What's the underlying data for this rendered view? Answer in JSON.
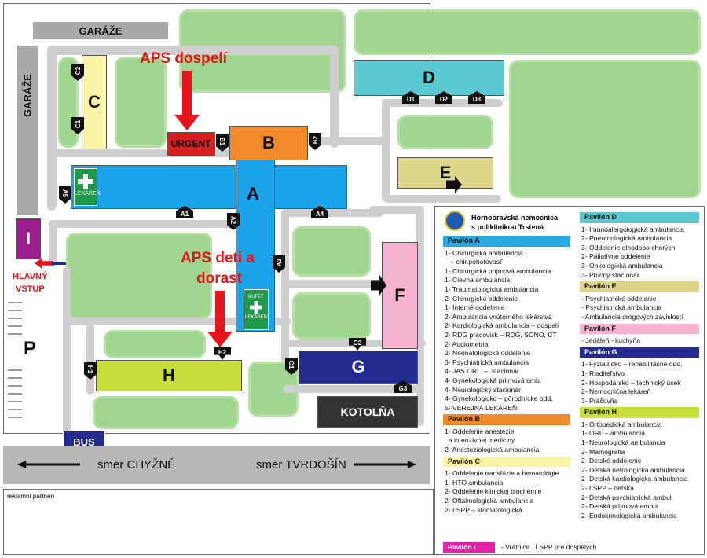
{
  "garage_top": "GARÁŽE",
  "garage_left": "GARÁŽE",
  "buildings": {
    "A": "A",
    "B": "B",
    "C": "C",
    "D": "D",
    "E": "E",
    "F": "F",
    "G": "G",
    "H": "H",
    "I": "I",
    "P": "P",
    "urgent": "URGENT",
    "kotolna": "KOTOLŇA",
    "bus": "BUS"
  },
  "gates": {
    "C1": "C1",
    "C2": "C2",
    "B1": "B1",
    "B2": "B2",
    "D1": "D1",
    "D2": "D2",
    "D3": "D3",
    "A1": "A1",
    "A2": "A2",
    "A3": "A3",
    "A4": "A4",
    "A5": "A5",
    "G1": "G1",
    "G2": "G2",
    "G3": "G3",
    "H1": "H1",
    "H2": "H2"
  },
  "pharmacy_label": "LEKÁREŇ",
  "bufet_label": "BUFET",
  "aps_adults": "APS dospelí",
  "aps_children_1": "APS deti a",
  "aps_children_2": "dorast",
  "main_entrance_1": "HLAVNÝ",
  "main_entrance_2": "VSTUP",
  "direction_left": "smer CHYŽNÉ",
  "direction_right": "smer TVRDOŠÍN",
  "partners": "reklamní partneri",
  "hospital_name_1": "Hornooravská nemocnica",
  "hospital_name_2": "s poliklinikou Trstená",
  "colors": {
    "A": "#1aa3e8",
    "B": "#f08a2a",
    "C": "#fbf4a4",
    "D": "#5cc8d2",
    "E": "#dcd58a",
    "F": "#f5b3cf",
    "G": "#232c8e",
    "H": "#c7dd3c",
    "I": "#9a1f8c",
    "urgent": "#d81e1e",
    "kotolna": "#333333",
    "bus": "#232c8e",
    "pharmacy": "#1e9a4a",
    "arrow": "#e8141b"
  },
  "legend_left": [
    {
      "head": "Pavilón A",
      "color": "#29a9e1",
      "items": [
        "1- Chirurgická ambulancia",
        "   + chir.pohotovosť",
        "1- Chirurgická príjmová ambulancia",
        "1- Cievna ambulancia",
        "1- Traumatologická ambulancia",
        "2- Chirurgické oddelenie",
        "1- Interné oddelenie",
        "2- Ambulancia vnútorného lekárstva",
        "2- Kardiologická ambulancia – dospelí",
        "2- RDG pracovisk – RDG, SONO, CT",
        "2- Audiometria",
        "2- Neonatologické oddelenie",
        "3- Psychiatrická ambulancia",
        "4- JAS ORL  –  stacionár",
        "4- Gynekologická príjmová amb.",
        "4- Neurologický stacionár",
        "4- Gynekologicko – pôrodnícke odd.",
        "5- VEREJNÁ LEKÁREŇ"
      ]
    },
    {
      "head": "Pavilón B",
      "color": "#f08a2a",
      "items": [
        "1- Oddelenie anestézie",
        "  a intenzívnej mediciny",
        "2- Anesteziologická ambulancia"
      ]
    },
    {
      "head": "Pavilón C",
      "color": "#fbf4a4",
      "items": [
        "1- Oddelenie transfúzie a hematológie",
        "1- HTO ambulancia",
        "2- Oddelenie klinickej biochémie",
        "2- Oftalmologická ambulancia",
        "2- LSPP – stomatologická"
      ]
    }
  ],
  "legend_pavilon_i": {
    "head": "Pavilón I",
    "text": "- Vrátnica ,  LSPP pre dospelých"
  },
  "legend_right": [
    {
      "head": "Pavilón D",
      "color": "#5cc8d2",
      "items": [
        "1- Imunoalergologická ambulancia",
        "2- Pneumologická ambulancia",
        "3- Oddelenie dlhodobo chorých",
        "2- Paliatívne oddelenie",
        "3- Onkologická ambulancia",
        "3- Pľúcny stacionár"
      ]
    },
    {
      "head": "Pavilón E",
      "color": "#dcd58a",
      "items": [
        "- Psychiatrické oddelenie",
        "- Psychiatrická ambulancia",
        "- Ambulancia drogových závislostí"
      ]
    },
    {
      "head": "Pavilón F",
      "color": "#f5b3cf",
      "items": [
        "- Jedáleň - kuchyňa"
      ]
    },
    {
      "head": "Pavilón G",
      "color": "#232c8e",
      "items": [
        "1- Fyziatricko – rehabilitačné odd.",
        "1- Riaditeľstvo",
        "2- Hospodársko – technický úsek",
        "2- Nemocničná lekáreň",
        "3- Práčovňa"
      ]
    },
    {
      "head": "Pavilón H",
      "color": "#c7dd3c",
      "items": [
        "1- Ortopedická ambulancia",
        "1- ORL – ambulancia",
        "1- Neurologická ambulancia",
        "2- Mamografia",
        "2- Detské oddelenie",
        "2- Detská nefrologická ambulancia",
        "2- Detská kardiologická ambulancia",
        "2- LSPP – detská",
        "2- Detská psychiatrická ambul.",
        "2- Detská príjmová ambul.",
        "2- Endokrinologická ambulancia"
      ]
    }
  ]
}
